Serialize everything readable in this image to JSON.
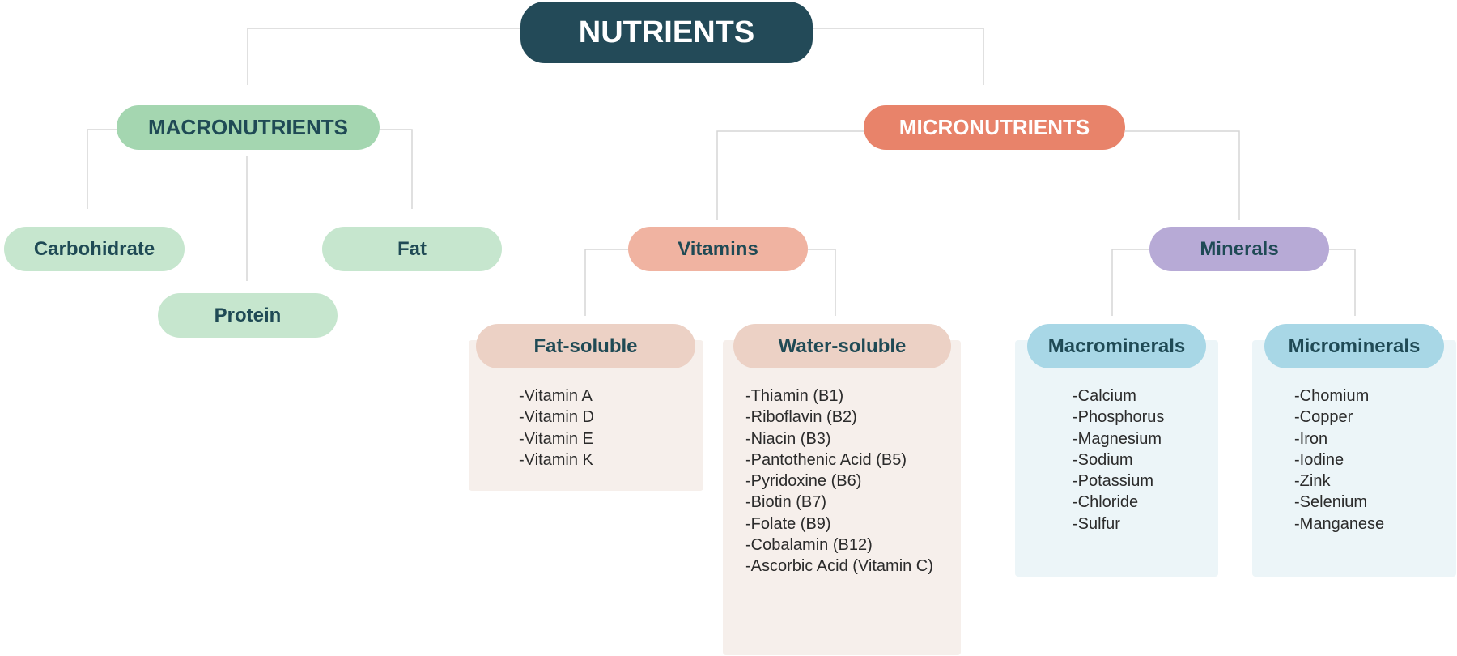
{
  "root": {
    "label": "NUTRIENTS",
    "bg": "#234a58",
    "fg": "#ffffff"
  },
  "macronutrients": {
    "label": "MACRONUTRIENTS",
    "bg": "#a4d6b0",
    "fg": "#1f4a55",
    "children": {
      "carbohydrate": "Carbohidrate",
      "protein": "Protein",
      "fat": "Fat"
    },
    "child_bg": "#c6e6ce"
  },
  "micronutrients": {
    "label": "MICRONUTRIENTS",
    "bg": "#e8836a",
    "fg": "#ffffff",
    "vitamins": {
      "label": "Vitamins",
      "bg": "#f0b3a1",
      "fat_soluble": {
        "label": "Fat-soluble",
        "bg": "#ecd1c5",
        "panel_bg": "#f6efeb",
        "items": [
          "-Vitamin A",
          "-Vitamin D",
          "-Vitamin E",
          "-Vitamin K"
        ]
      },
      "water_soluble": {
        "label": "Water-soluble",
        "bg": "#ecd1c5",
        "panel_bg": "#f6efeb",
        "items": [
          "-Thiamin (B1)",
          "-Riboflavin (B2)",
          "-Niacin (B3)",
          "-Pantothenic Acid (B5)",
          "-Pyridoxine (B6)",
          "-Biotin (B7)",
          "-Folate (B9)",
          "-Cobalamin (B12)",
          "-Ascorbic Acid (Vitamin C)"
        ]
      }
    },
    "minerals": {
      "label": "Minerals",
      "bg": "#b7aad6",
      "macrominerals": {
        "label": "Macrominerals",
        "bg": "#a8d7e6",
        "panel_bg": "#ecf5f8",
        "items": [
          "-Calcium",
          "-Phosphorus",
          "-Magnesium",
          "-Sodium",
          "-Potassium",
          "-Chloride",
          "-Sulfur"
        ]
      },
      "microminerals": {
        "label": "Microminerals",
        "bg": "#a8d7e6",
        "panel_bg": "#ecf5f8",
        "items": [
          "-Chomium",
          "-Copper",
          "-Iron",
          "-Iodine",
          "-Zink",
          "-Selenium",
          "-Manganese"
        ]
      }
    }
  },
  "colors": {
    "connector": "#d4d4d4",
    "dark_text": "#1f4a55"
  }
}
